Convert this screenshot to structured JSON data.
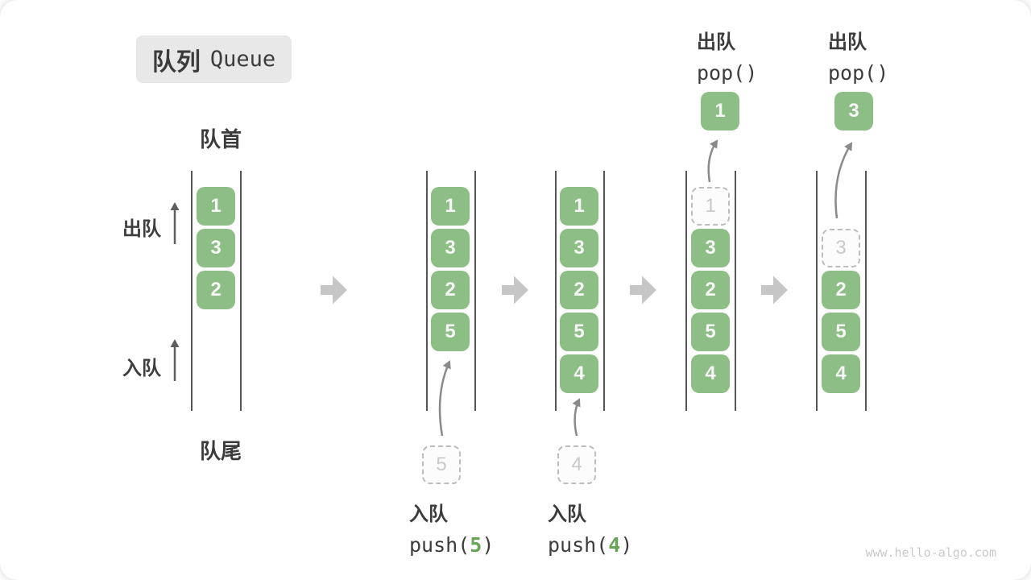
{
  "title": {
    "zh": "队列",
    "en": "Queue"
  },
  "labels": {
    "front": "队首",
    "rear": "队尾",
    "dequeue": "出队",
    "enqueue": "入队"
  },
  "operations": {
    "push5": {
      "label": "入队",
      "code_pre": "push(",
      "arg": "5",
      "code_post": ")"
    },
    "push4": {
      "label": "入队",
      "code_pre": "push(",
      "arg": "4",
      "code_post": ")"
    },
    "pop1": {
      "label": "出队",
      "code": "pop()"
    },
    "pop2": {
      "label": "出队",
      "code": "pop()"
    }
  },
  "queues": [
    {
      "cells": [
        "1",
        "3",
        "2"
      ]
    },
    {
      "cells": [
        "1",
        "3",
        "2",
        "5"
      ],
      "incoming": "5"
    },
    {
      "cells": [
        "1",
        "3",
        "2",
        "5",
        "4"
      ],
      "incoming": "4"
    },
    {
      "ghost": "1",
      "cells": [
        "3",
        "2",
        "5",
        "4"
      ],
      "popped": "1"
    },
    {
      "ghost": "3",
      "cells": [
        "2",
        "5",
        "4"
      ],
      "popped": "3"
    }
  ],
  "watermark": "www.hello-algo.com",
  "colors": {
    "cell_green": "#8CBE85",
    "code_arg_green": "#66A555",
    "ghost_gray": "#BDBDBD",
    "flow_arrow_gray": "#C6C6C6",
    "curve_arrow_gray": "#8A8A8A",
    "side_arrow_gray": "#5F5F5F",
    "wall_gray": "#555555",
    "text_dark": "#3B3B3B",
    "title_bg": "#E8E8E8",
    "watermark_gray": "#C9C9C9"
  }
}
